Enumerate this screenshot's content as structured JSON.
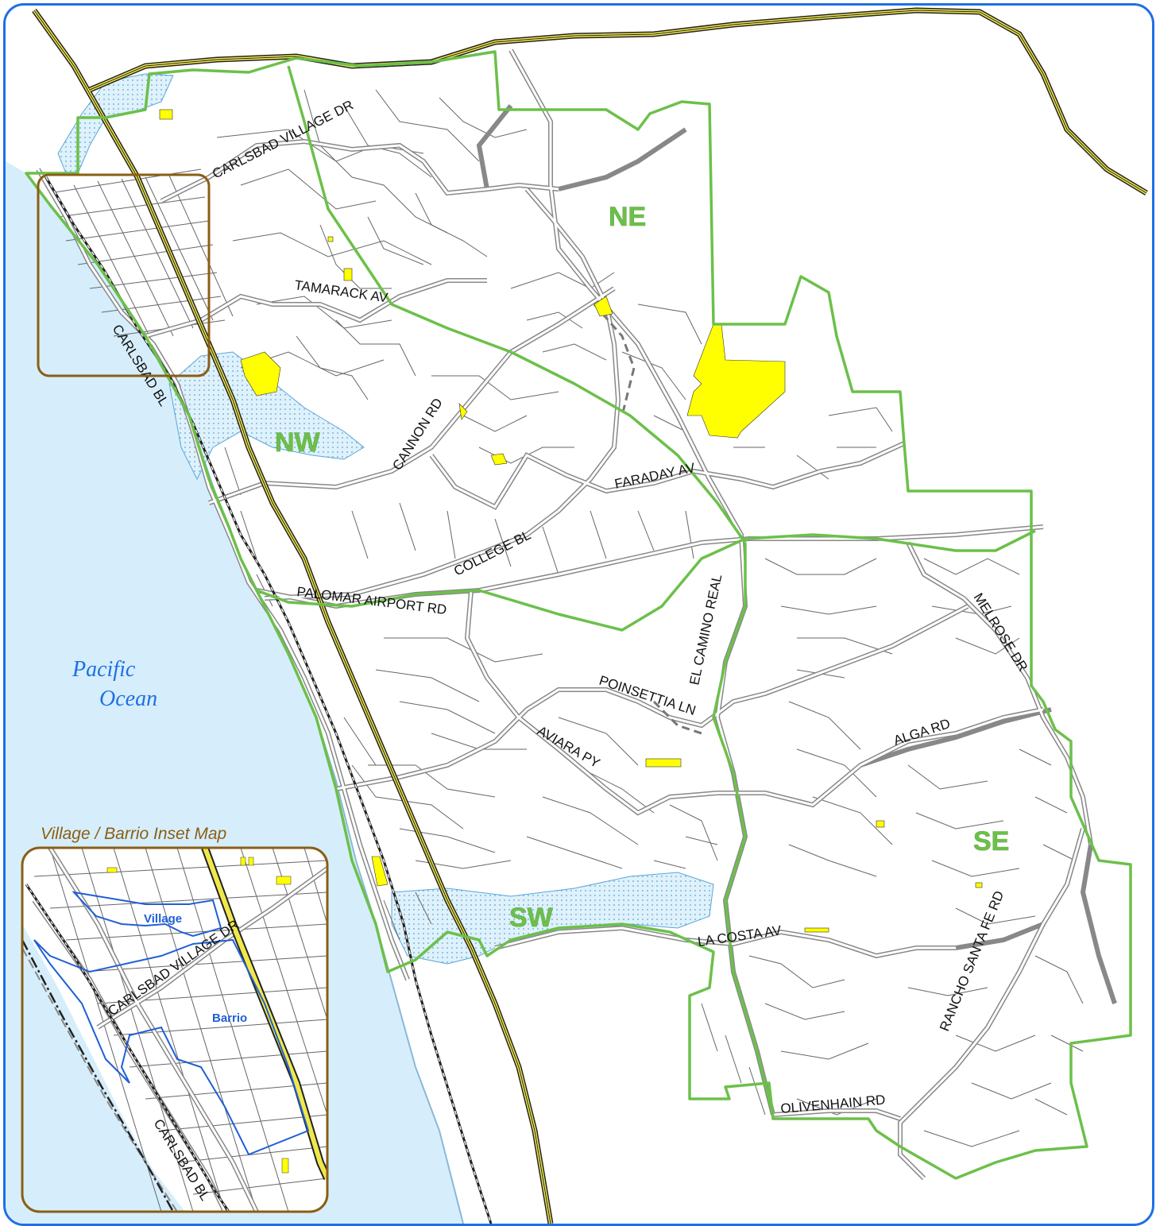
{
  "colors": {
    "frame": "#1f6fe5",
    "ocean": "#d6eefb",
    "lagoon": "#dff1fb",
    "quadrant_boundary": "#6cc04a",
    "freeway": "#f0e84a",
    "road": "#a8a8a8",
    "street": "#555555",
    "parcel": "#ffff00",
    "inset_border": "#8b5e14",
    "inset_area_boundary": "#1f5fd6",
    "railroad": "#222222"
  },
  "quadrants": {
    "ne": "NE",
    "nw": "NW",
    "sw": "SW",
    "se": "SE"
  },
  "ocean": {
    "line1": "Pacific",
    "line2": "Ocean"
  },
  "streets": {
    "carlsbad_village_dr": "CARLSBAD VILLAGE DR",
    "tamarack_av": "TAMARACK AV",
    "carlsbad_bl": "CARLSBAD BL",
    "cannon_rd": "CANNON RD",
    "faraday_av": "FARADAY AV",
    "college_bl": "COLLEGE BL",
    "palomar_airport_rd": "PALOMAR AIRPORT RD",
    "el_camino_real": "EL CAMINO REAL",
    "poinsettia_ln": "POINSETTIA LN",
    "aviara_py": "AVIARA PY",
    "alga_rd": "ALGA RD",
    "melrose_dr": "MELROSE DR",
    "la_costa_av": "LA COSTA AV",
    "rancho_santa_fe_rd": "RANCHO SANTA FE RD",
    "olivenhain_rd": "OLIVENHAIN RD"
  },
  "inset": {
    "title": "Village / Barrio Inset Map",
    "village": "Village",
    "barrio": "Barrio",
    "carlsbad_village_dr": "CARLSBAD VILLAGE DR",
    "carlsbad_bl": "CARLSBAD BL"
  }
}
